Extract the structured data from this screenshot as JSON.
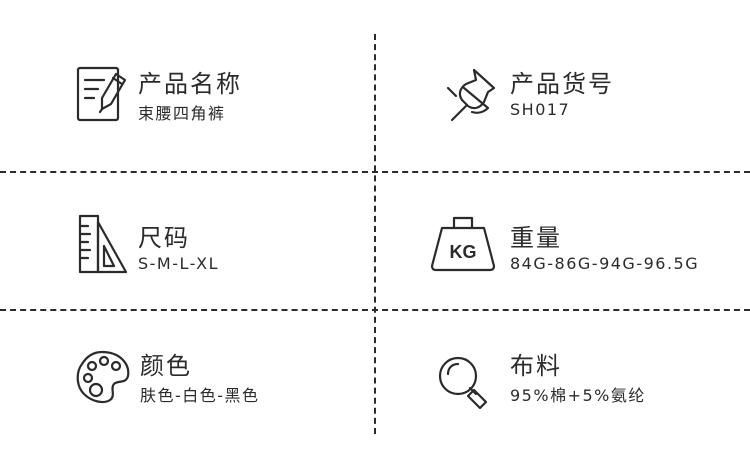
{
  "specs": [
    {
      "label": "产品名称",
      "value": "束腰四角裤",
      "icon": "document-pencil-icon"
    },
    {
      "label": "产品货号",
      "value": "SH017",
      "icon": "pushpin-icon"
    },
    {
      "label": "尺码",
      "value": "S-M-L-XL",
      "icon": "ruler-triangle-icon"
    },
    {
      "label": "重量",
      "value": "84G-86G-94G-96.5G",
      "icon": "kg-weight-icon",
      "icon_text": "KG"
    },
    {
      "label": "颜色",
      "value": "肤色-白色-黑色",
      "icon": "palette-icon"
    },
    {
      "label": "布料",
      "value": "95%棉+5%氨纶",
      "icon": "magnifier-icon"
    }
  ],
  "colors": {
    "ink": "#2b2b2b",
    "background": "#ffffff"
  }
}
